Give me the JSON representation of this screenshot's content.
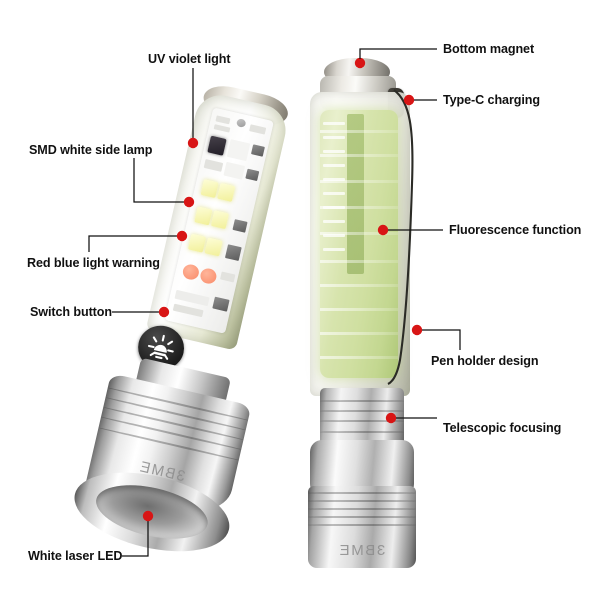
{
  "diagram": {
    "title": "Flashlight product feature callout diagram",
    "background_color": "#ffffff",
    "label_color": "#111111",
    "marker_color": "#d81515",
    "leader_color": "#111111"
  },
  "products": {
    "left": {
      "name": "Flashlight shown from LED side-panel view",
      "brand_text": "3BME",
      "body_color": "#eeefe8",
      "metal_color": "#d8d8d8"
    },
    "right": {
      "name": "Flashlight shown from fluorescent body view",
      "brand_text": "3BME",
      "glow_color": "#d7e4ad",
      "metal_color": "#d8d8d8"
    }
  },
  "callouts": [
    {
      "id": "uv-violet-light",
      "label": "UV violet light",
      "side": "left"
    },
    {
      "id": "smd-white-side-lamp",
      "label": "SMD white side lamp",
      "side": "left"
    },
    {
      "id": "red-blue-light-warning",
      "label": "Red blue light warning",
      "side": "left"
    },
    {
      "id": "switch-button",
      "label": "Switch button",
      "side": "left"
    },
    {
      "id": "white-laser-led",
      "label": "White laser LED",
      "side": "left"
    },
    {
      "id": "bottom-magnet",
      "label": "Bottom magnet",
      "side": "right"
    },
    {
      "id": "type-c-charging",
      "label": "Type-C charging",
      "side": "right"
    },
    {
      "id": "fluorescence-function",
      "label": "Fluorescence function",
      "side": "right"
    },
    {
      "id": "pen-holder-design",
      "label": "Pen holder design",
      "side": "right"
    },
    {
      "id": "telescopic-focusing",
      "label": "Telescopic focusing",
      "side": "right"
    }
  ],
  "icons": {
    "switch_button_icon": "sun-lamp-icon"
  }
}
